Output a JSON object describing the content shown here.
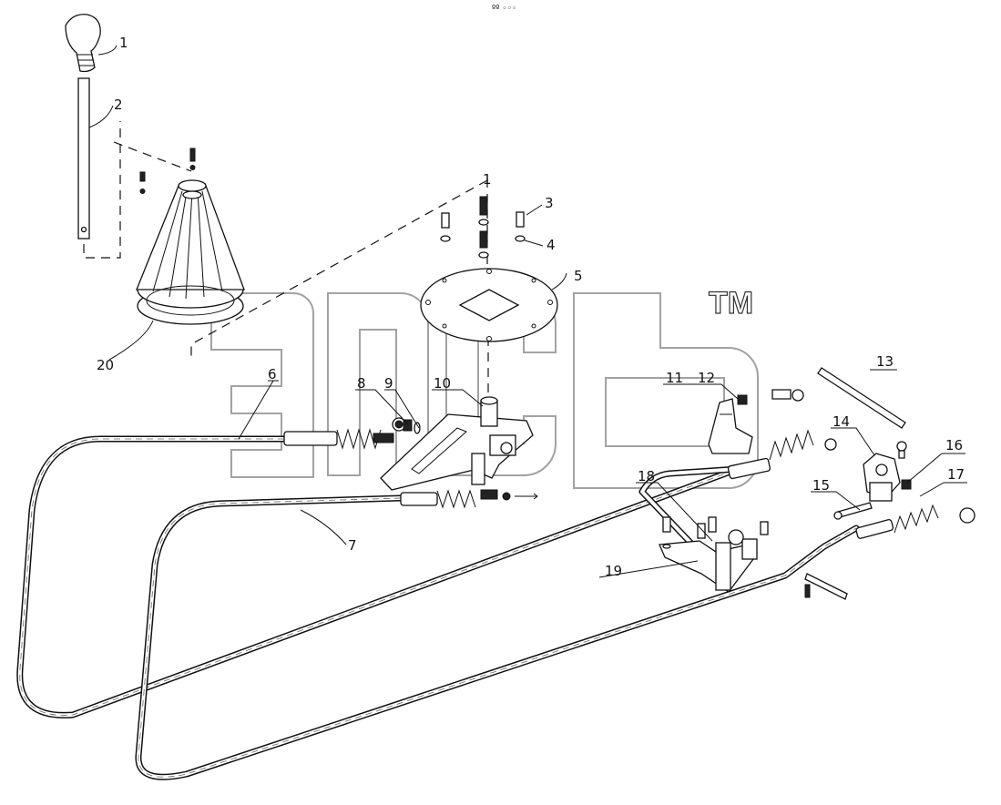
{
  "top_mark": "ºº ◦◦◦",
  "watermark": {
    "trademark": "TM"
  },
  "callouts": [
    {
      "id": "c1",
      "label": "1"
    },
    {
      "id": "c2",
      "label": "2"
    },
    {
      "id": "c3",
      "label": "3"
    },
    {
      "id": "c4",
      "label": "4"
    },
    {
      "id": "c5",
      "label": "5"
    },
    {
      "id": "c6",
      "label": "6"
    },
    {
      "id": "c7",
      "label": "7"
    },
    {
      "id": "c8",
      "label": "8"
    },
    {
      "id": "c9",
      "label": "9"
    },
    {
      "id": "c10",
      "label": "10"
    },
    {
      "id": "c11",
      "label": "11"
    },
    {
      "id": "c12",
      "label": "12"
    },
    {
      "id": "c13",
      "label": "13"
    },
    {
      "id": "c14",
      "label": "14"
    },
    {
      "id": "c15",
      "label": "15"
    },
    {
      "id": "c16",
      "label": "16"
    },
    {
      "id": "c17",
      "label": "17"
    },
    {
      "id": "c18",
      "label": "18"
    },
    {
      "id": "c19",
      "label": "19"
    },
    {
      "id": "c20",
      "label": "20"
    },
    {
      "id": "c21",
      "label": "1"
    }
  ]
}
